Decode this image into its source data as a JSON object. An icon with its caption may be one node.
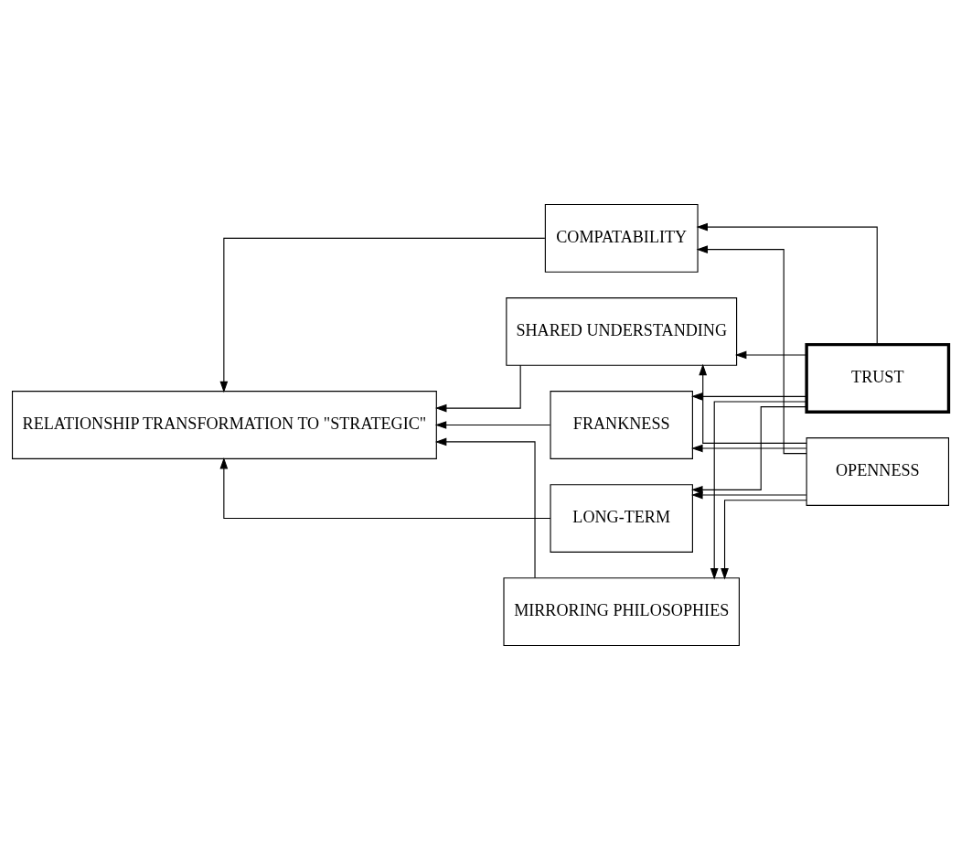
{
  "diagram": {
    "nodes": [
      {
        "text": [
          "RELATIONSHIP TRANSFORMATION TO \"STRATEGIC\""
        ]
      },
      {
        "text": [
          "COMPATABILITY"
        ]
      },
      {
        "text": [
          "SHARED UNDERSTANDING"
        ]
      },
      {
        "text": [
          "FRANKNESS"
        ]
      },
      {
        "text": [
          "LONG-TERM"
        ]
      },
      {
        "text": [
          "MIRRORING PHILOSOPHIES"
        ]
      },
      {
        "text": [
          "TRUST"
        ]
      },
      {
        "text": [
          "OPENNESS"
        ]
      }
    ],
    "edges": [
      {
        "from": 6,
        "to": 1,
        "arrow": "to"
      },
      {
        "from": 6,
        "to": 2,
        "arrow": "to"
      },
      {
        "from": 6,
        "to": 3,
        "arrow": "to"
      },
      {
        "from": 6,
        "to": 4,
        "arrow": "to"
      },
      {
        "from": 6,
        "to": 5,
        "arrow": "to"
      },
      {
        "from": 7,
        "to": 1,
        "arrow": "to"
      },
      {
        "from": 7,
        "to": 2,
        "arrow": "to"
      },
      {
        "from": 7,
        "to": 3,
        "arrow": "to"
      },
      {
        "from": 7,
        "to": 4,
        "arrow": "to"
      },
      {
        "from": 7,
        "to": 5,
        "arrow": "to"
      },
      {
        "from": 1,
        "to": 0,
        "arrow": "to"
      },
      {
        "from": 2,
        "to": 0,
        "arrow": "to"
      },
      {
        "from": 3,
        "to": 0,
        "arrow": "to"
      },
      {
        "from": 4,
        "to": 0,
        "arrow": "to"
      },
      {
        "from": 5,
        "to": 0,
        "arrow": "to"
      }
    ]
  }
}
